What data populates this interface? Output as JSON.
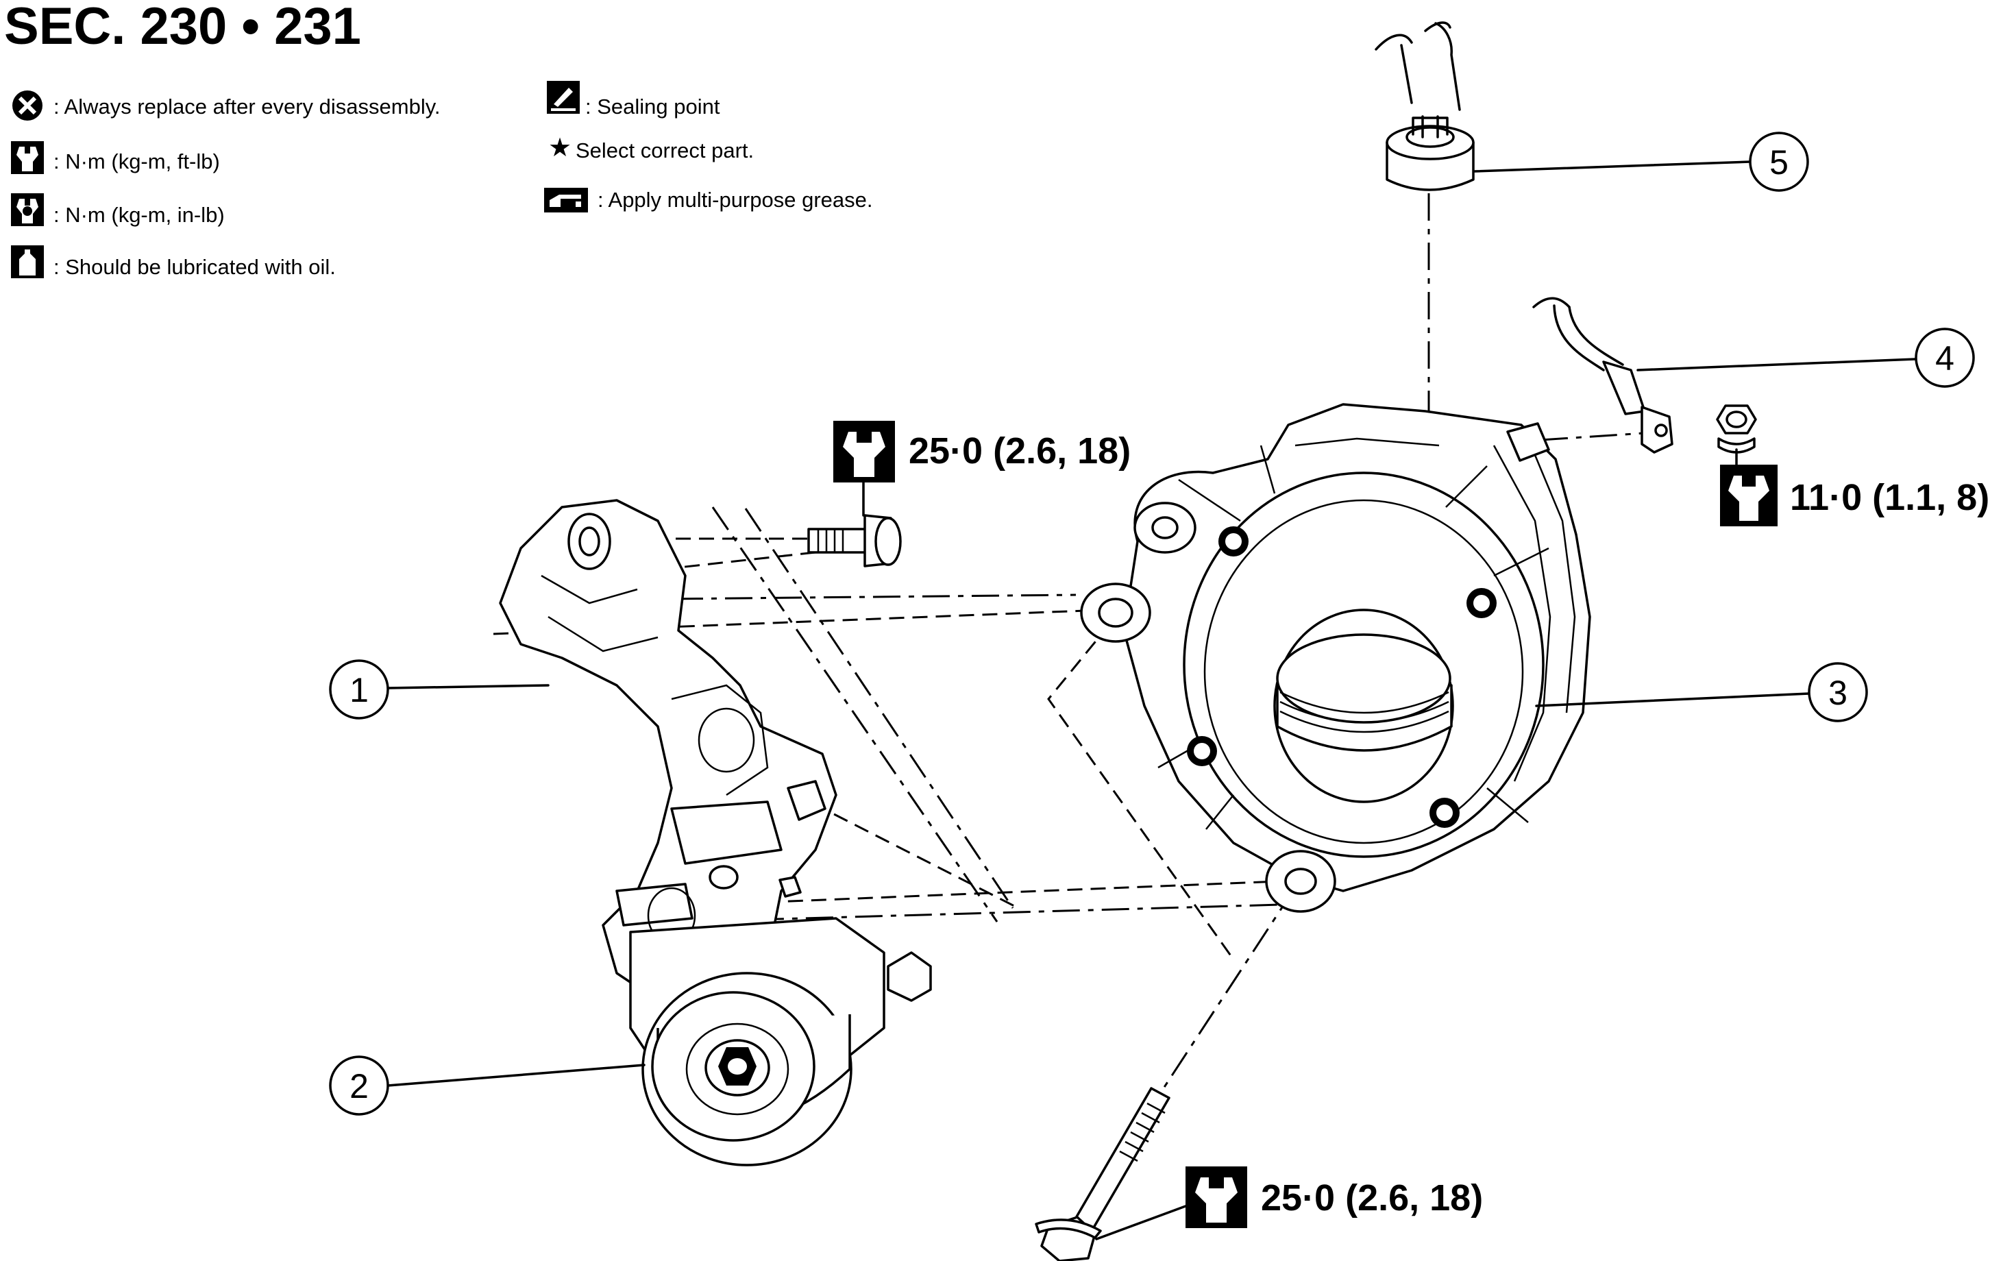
{
  "section": {
    "title": "SEC. 230 • 231"
  },
  "legend": {
    "left": [
      {
        "icon": "always-replace-icon",
        "text": ": Always replace after every disassembly."
      },
      {
        "icon": "torque-wrench-icon",
        "text": ": N·m (kg-m, ft-lb)"
      },
      {
        "icon": "torque-wrench-filled-icon",
        "text": ": N·m (kg-m, in-lb)"
      },
      {
        "icon": "oil-can-icon",
        "text": ": Should be lubricated with oil."
      }
    ],
    "right": [
      {
        "icon": "sealing-point-icon",
        "text": ": Sealing point"
      },
      {
        "icon": "star-icon",
        "text": "Select correct part."
      },
      {
        "icon": "grease-icon",
        "text": ": Apply multi-purpose grease."
      }
    ]
  },
  "torque": {
    "upper_bolt": "25·0 (2.6, 18)",
    "nut": "11·0 (1.1, 8)",
    "lower_bolt": "25·0 (2.6, 18)"
  },
  "callouts": [
    "1",
    "2",
    "3",
    "4",
    "5"
  ]
}
